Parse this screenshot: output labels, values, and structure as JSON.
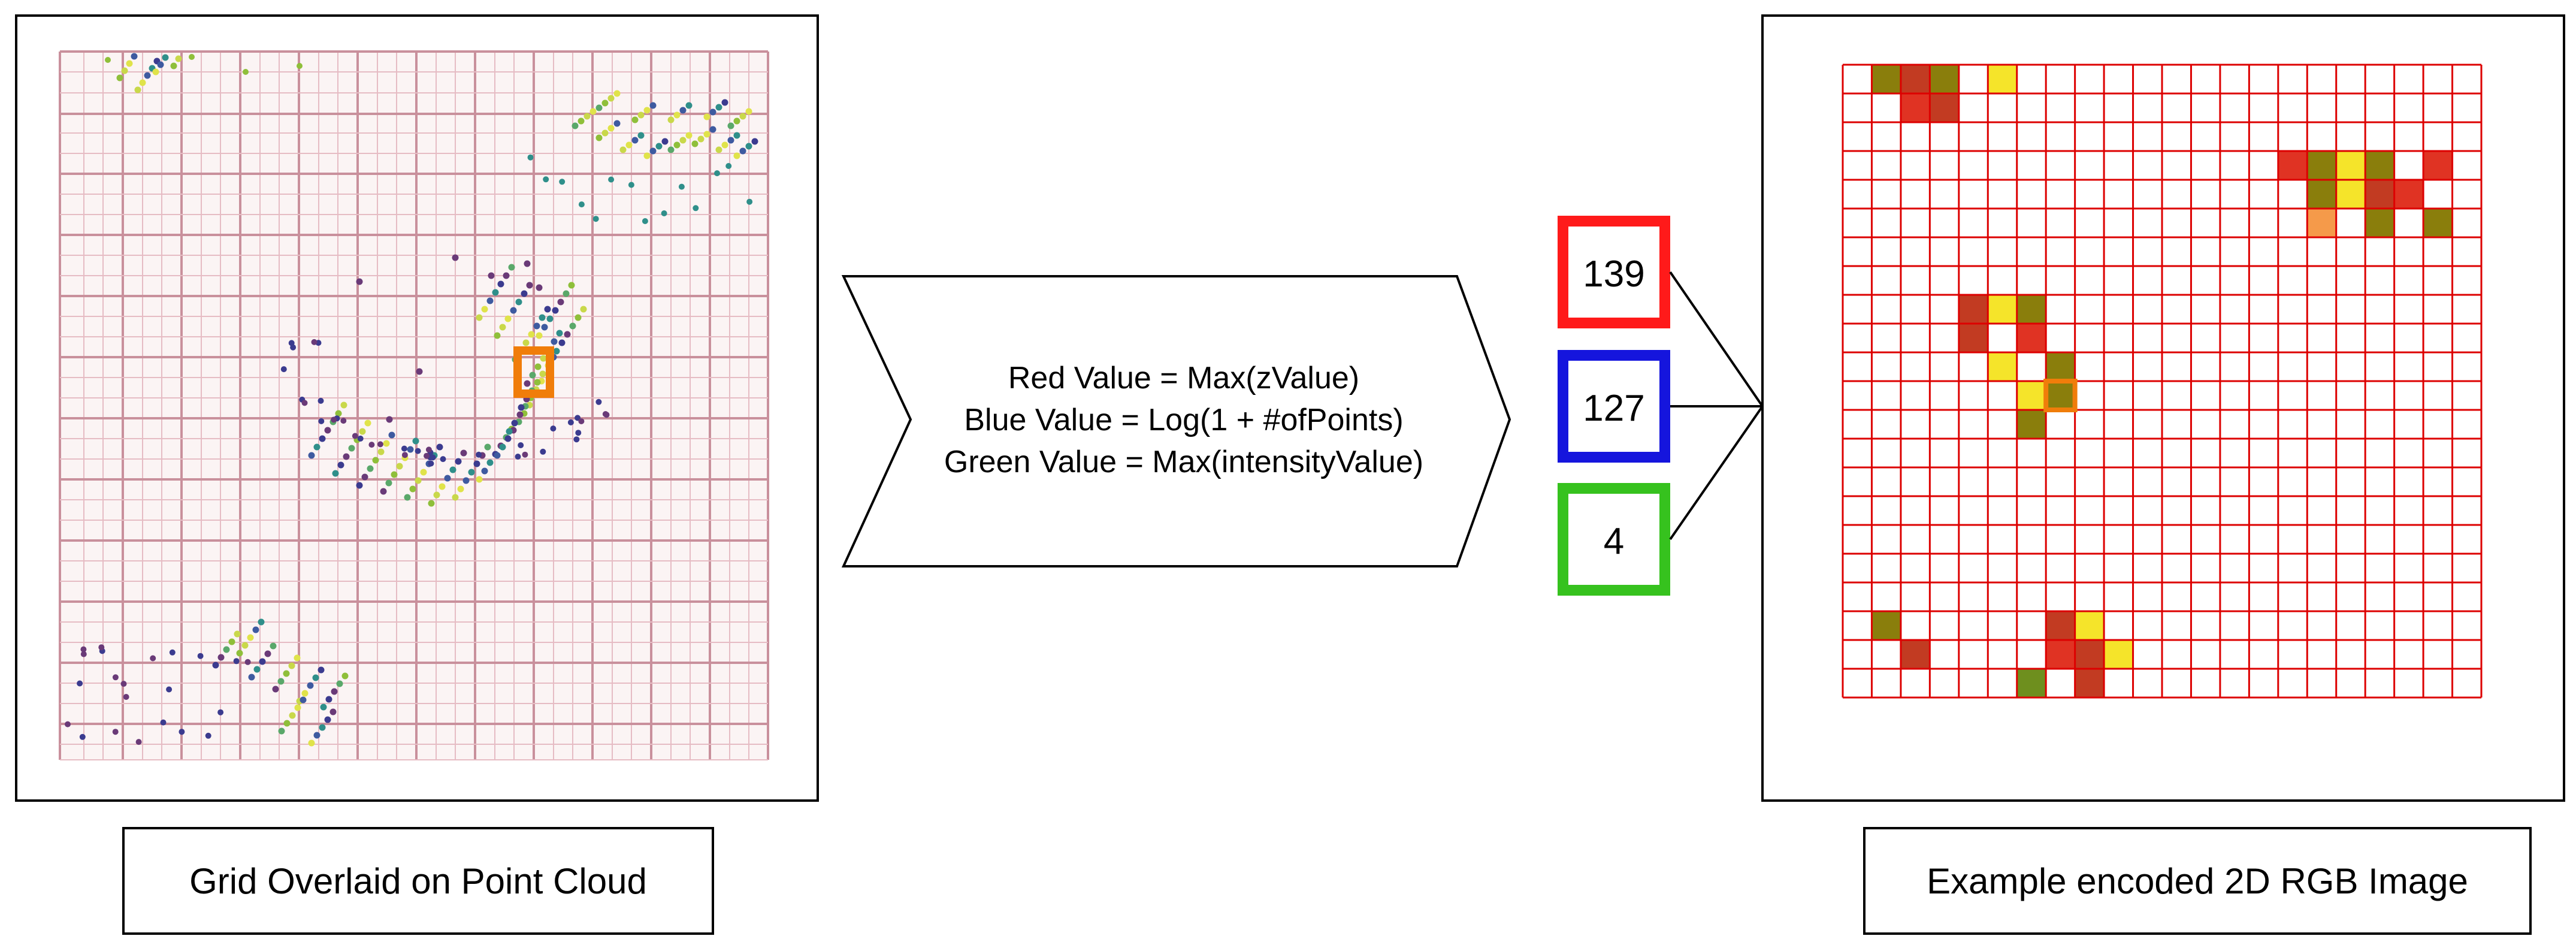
{
  "left_panel": {
    "caption": "Grid Overlaid on Point Cloud",
    "highlight_color": "#f07d0a",
    "point_colors": [
      "#3e5aa0",
      "#2f8f8a",
      "#3b3b8f",
      "#6a3a78",
      "#5aa86a",
      "#8fbf3a",
      "#c9d84a",
      "#e0e34a"
    ]
  },
  "formula": {
    "lines": [
      "Red Value = Max(zValue)",
      "Blue Value = Log(1 + #ofPoints)",
      "Green Value = Max(intensityValue)"
    ]
  },
  "channels": [
    {
      "name": "red-channel",
      "value": "139",
      "color": "#ff1a1a"
    },
    {
      "name": "blue-channel",
      "value": "127",
      "color": "#1515dd"
    },
    {
      "name": "green-channel",
      "value": "4",
      "color": "#36c21e"
    }
  ],
  "right_panel": {
    "caption": "Example encoded 2D RGB Image",
    "grid_color": "#dd0000",
    "grid_rows": 22,
    "grid_cols": 22,
    "cell_colors": {
      "dark_red": "#c23b22",
      "olive": "#8a7e0c",
      "yellow": "#f5e42a",
      "red": "#e03323",
      "orange": "#f59a4a",
      "green": "#6e8f1e"
    }
  }
}
